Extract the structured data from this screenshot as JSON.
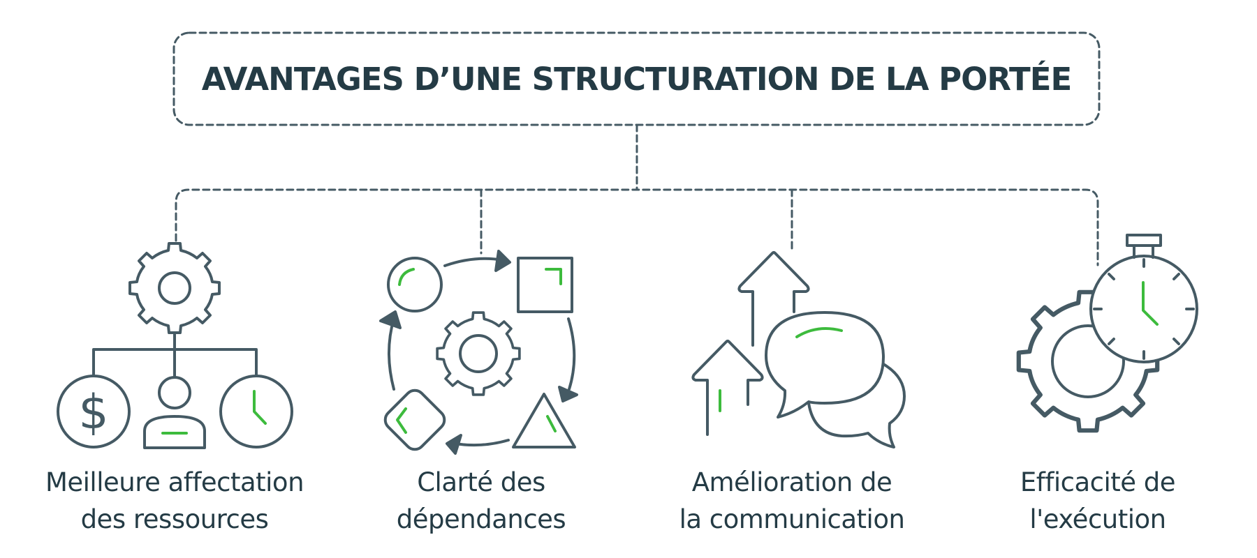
{
  "title": "AVANTAGES D’UNE STRUCTURATION DE LA PORTÉE",
  "colors": {
    "stroke": "#455a64",
    "text": "#243b45",
    "accent": "#3dbb3d",
    "background": "#ffffff"
  },
  "items": [
    {
      "icon": "resource-allocation-icon",
      "line1": "Meilleure affectation",
      "line2": "des ressources"
    },
    {
      "icon": "dependency-cycle-icon",
      "line1": "Clarté des",
      "line2": "dépendances"
    },
    {
      "icon": "communication-growth-icon",
      "line1": "Amélioration de",
      "line2": "la communication"
    },
    {
      "icon": "execution-efficiency-icon",
      "line1": "Efficacité de",
      "line2": "l'exécution"
    }
  ]
}
